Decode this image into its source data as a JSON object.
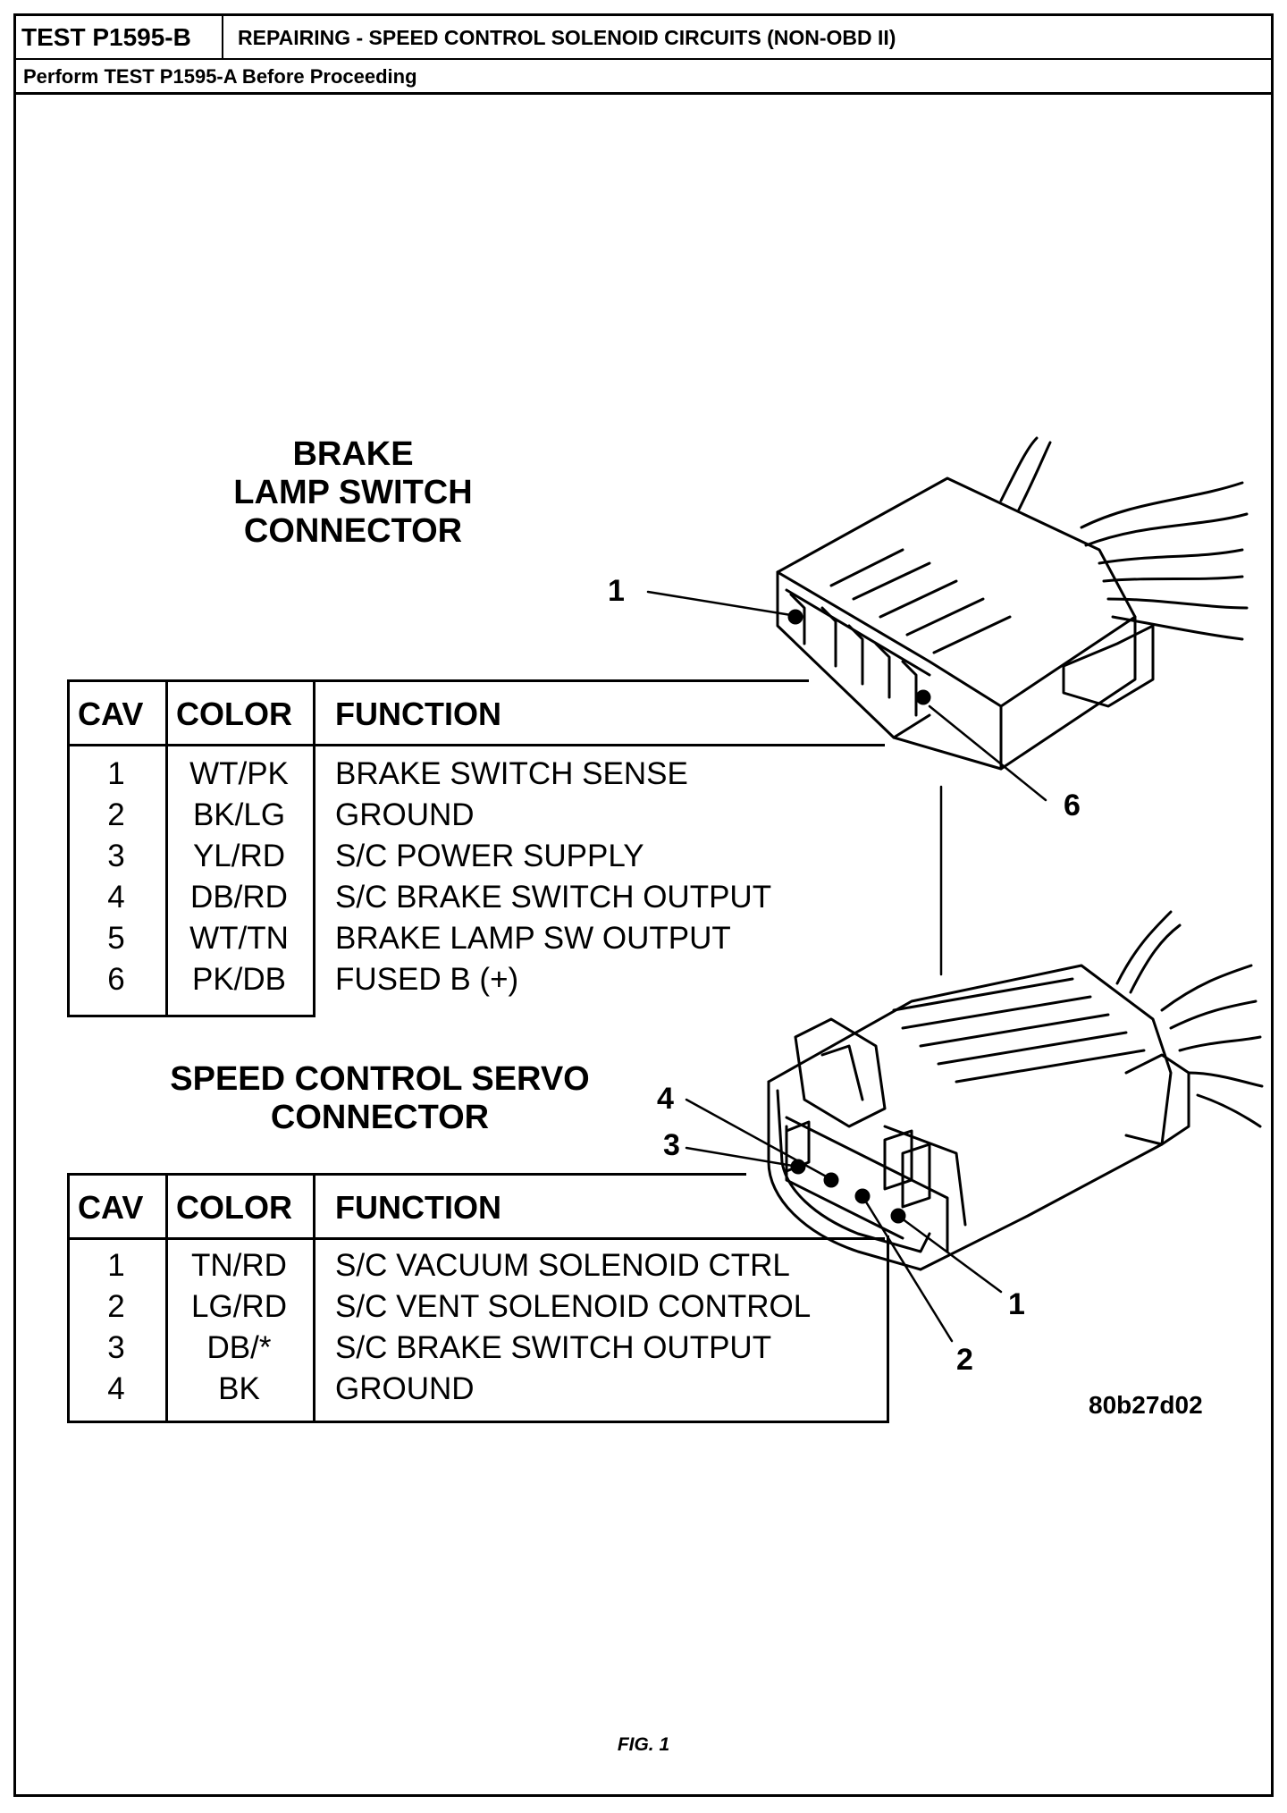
{
  "header": {
    "test_id": "TEST P1595-B",
    "title": "REPAIRING - SPEED CONTROL SOLENOID CIRCUITS (NON-OBD II)",
    "subtitle": "Perform TEST P1595-A Before Proceeding"
  },
  "brake_connector": {
    "title_lines": [
      "BRAKE",
      "LAMP SWITCH",
      "CONNECTOR"
    ],
    "callouts": [
      "1",
      "6"
    ],
    "table": {
      "headers": [
        "CAV",
        "COLOR",
        "FUNCTION"
      ],
      "rows": [
        {
          "cav": "1",
          "color": "WT/PK",
          "function": "BRAKE SWITCH SENSE"
        },
        {
          "cav": "2",
          "color": "BK/LG",
          "function": "GROUND"
        },
        {
          "cav": "3",
          "color": "YL/RD",
          "function": "S/C POWER SUPPLY"
        },
        {
          "cav": "4",
          "color": "DB/RD",
          "function": "S/C BRAKE SWITCH OUTPUT"
        },
        {
          "cav": "5",
          "color": "WT/TN",
          "function": "BRAKE LAMP SW OUTPUT"
        },
        {
          "cav": "6",
          "color": "PK/DB",
          "function": "FUSED B (+)"
        }
      ]
    }
  },
  "servo_connector": {
    "title_lines": [
      "SPEED CONTROL SERVO",
      "CONNECTOR"
    ],
    "callouts": [
      "4",
      "3",
      "1",
      "2"
    ],
    "table": {
      "headers": [
        "CAV",
        "COLOR",
        "FUNCTION"
      ],
      "rows": [
        {
          "cav": "1",
          "color": "TN/RD",
          "function": "S/C VACUUM SOLENOID CTRL"
        },
        {
          "cav": "2",
          "color": "LG/RD",
          "function": "S/C VENT SOLENOID CONTROL"
        },
        {
          "cav": "3",
          "color": "DB/*",
          "function": "S/C BRAKE SWITCH OUTPUT"
        },
        {
          "cav": "4",
          "color": "BK",
          "function": "GROUND"
        }
      ]
    }
  },
  "figure_ref": "80b27d02",
  "figure_caption": "FIG. 1"
}
